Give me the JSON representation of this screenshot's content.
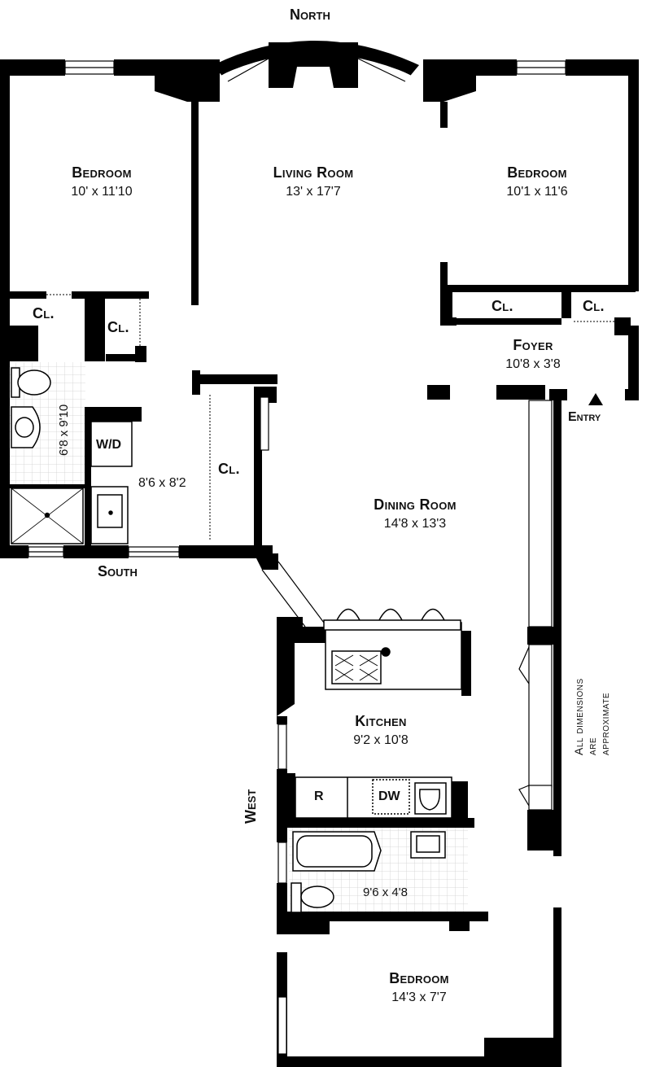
{
  "compass": {
    "north": "North",
    "south": "South",
    "west": "West"
  },
  "entry": "Entry",
  "disclaimer": "All dimensions are approximate",
  "rooms": {
    "bedroom_nw": {
      "name": "Bedroom",
      "dim": "10' x 11'10"
    },
    "living": {
      "name": "Living Room",
      "dim": "13' x 17'7"
    },
    "bedroom_ne": {
      "name": "Bedroom",
      "dim": "10'1 x 11'6"
    },
    "foyer": {
      "name": "Foyer",
      "dim": "10'8 x 3'8"
    },
    "dining": {
      "name": "Dining Room",
      "dim": "14'8 x 13'3"
    },
    "kitchen": {
      "name": "Kitchen",
      "dim": "9'2 x 10'8"
    },
    "bedroom_s": {
      "name": "Bedroom",
      "dim": "14'3 x 7'7"
    }
  },
  "closets": {
    "label": "Cl."
  },
  "utility": {
    "dim": "8'6 x 8'2"
  },
  "bath1": {
    "dim": "6'8 x 9'10"
  },
  "bath2": {
    "dim": "9'6 x 4'8"
  },
  "fixtures": {
    "washer_dryer": "W/D",
    "refrigerator": "R",
    "dishwasher": "DW"
  }
}
